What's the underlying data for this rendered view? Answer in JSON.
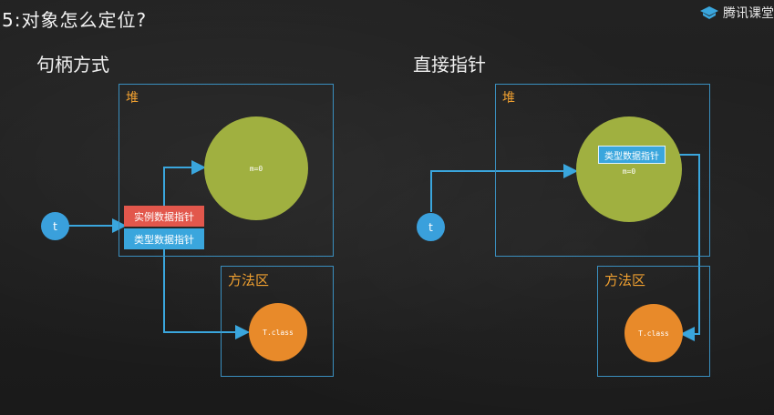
{
  "header": {
    "title": "5:对象怎么定位?",
    "brand": "腾讯课堂"
  },
  "left": {
    "heading": "句柄方式",
    "heap_label": "堆",
    "method_label": "方法区",
    "object_text": "m=0",
    "class_text": "T.class",
    "ref_text": "t",
    "instance_ptr": "实例数据指针",
    "type_ptr": "类型数据指针"
  },
  "right": {
    "heading": "直接指针",
    "heap_label": "堆",
    "method_label": "方法区",
    "object_text": "m=0",
    "class_text": "T.class",
    "ref_text": "t",
    "type_ptr": "类型数据指针"
  },
  "colors": {
    "line": "#3aa6dd",
    "box_border": "#3a8fbf",
    "object": "#a0b040",
    "class": "#e88a2a",
    "instance_ptr": "#e2574c",
    "type_ptr": "#3aa6dd"
  }
}
